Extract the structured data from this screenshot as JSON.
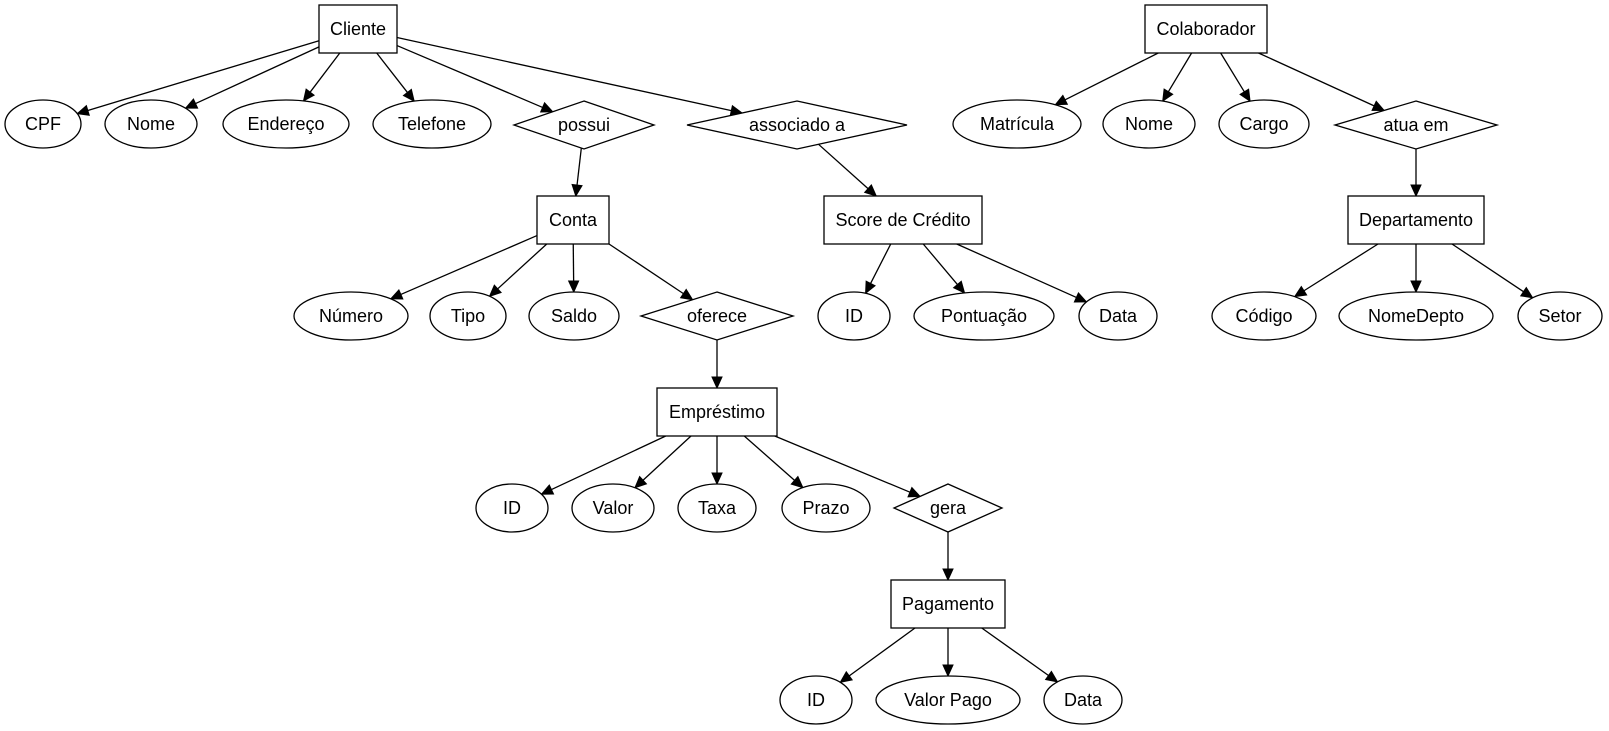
{
  "entities": [
    {
      "id": "cliente",
      "label": "Cliente"
    },
    {
      "id": "colaborador",
      "label": "Colaborador"
    },
    {
      "id": "conta",
      "label": "Conta"
    },
    {
      "id": "score",
      "label": "Score de Crédito"
    },
    {
      "id": "departamento",
      "label": "Departamento"
    },
    {
      "id": "emprestimo",
      "label": "Empréstimo"
    },
    {
      "id": "pagamento",
      "label": "Pagamento"
    }
  ],
  "relationships": [
    {
      "id": "possui",
      "label": "possui"
    },
    {
      "id": "associado",
      "label": "associado a"
    },
    {
      "id": "atua",
      "label": "atua em"
    },
    {
      "id": "oferece",
      "label": "oferece"
    },
    {
      "id": "gera",
      "label": "gera"
    }
  ],
  "attributes": [
    {
      "id": "cpf",
      "label": "CPF"
    },
    {
      "id": "nome_cliente",
      "label": "Nome"
    },
    {
      "id": "endereco",
      "label": "Endereço"
    },
    {
      "id": "telefone",
      "label": "Telefone"
    },
    {
      "id": "matricula",
      "label": "Matrícula"
    },
    {
      "id": "nome_colab",
      "label": "Nome"
    },
    {
      "id": "cargo",
      "label": "Cargo"
    },
    {
      "id": "numero",
      "label": "Número"
    },
    {
      "id": "tipo",
      "label": "Tipo"
    },
    {
      "id": "saldo",
      "label": "Saldo"
    },
    {
      "id": "id_score",
      "label": "ID"
    },
    {
      "id": "pontuacao",
      "label": "Pontuação"
    },
    {
      "id": "data_score",
      "label": "Data"
    },
    {
      "id": "codigo",
      "label": "Código"
    },
    {
      "id": "nomedepto",
      "label": "NomeDepto"
    },
    {
      "id": "setor",
      "label": "Setor"
    },
    {
      "id": "id_emp",
      "label": "ID"
    },
    {
      "id": "valor",
      "label": "Valor"
    },
    {
      "id": "taxa",
      "label": "Taxa"
    },
    {
      "id": "prazo",
      "label": "Prazo"
    },
    {
      "id": "id_pag",
      "label": "ID"
    },
    {
      "id": "valor_pago",
      "label": "Valor Pago"
    },
    {
      "id": "data_pag",
      "label": "Data"
    }
  ],
  "edges": [
    {
      "from": "cliente",
      "to": "cpf"
    },
    {
      "from": "cliente",
      "to": "nome_cliente"
    },
    {
      "from": "cliente",
      "to": "endereco"
    },
    {
      "from": "cliente",
      "to": "telefone"
    },
    {
      "from": "cliente",
      "to": "possui"
    },
    {
      "from": "cliente",
      "to": "associado"
    },
    {
      "from": "colaborador",
      "to": "matricula"
    },
    {
      "from": "colaborador",
      "to": "nome_colab"
    },
    {
      "from": "colaborador",
      "to": "cargo"
    },
    {
      "from": "colaborador",
      "to": "atua"
    },
    {
      "from": "possui",
      "to": "conta"
    },
    {
      "from": "associado",
      "to": "score"
    },
    {
      "from": "atua",
      "to": "departamento"
    },
    {
      "from": "conta",
      "to": "numero"
    },
    {
      "from": "conta",
      "to": "tipo"
    },
    {
      "from": "conta",
      "to": "saldo"
    },
    {
      "from": "conta",
      "to": "oferece"
    },
    {
      "from": "score",
      "to": "id_score"
    },
    {
      "from": "score",
      "to": "pontuacao"
    },
    {
      "from": "score",
      "to": "data_score"
    },
    {
      "from": "departamento",
      "to": "codigo"
    },
    {
      "from": "departamento",
      "to": "nomedepto"
    },
    {
      "from": "departamento",
      "to": "setor"
    },
    {
      "from": "oferece",
      "to": "emprestimo"
    },
    {
      "from": "emprestimo",
      "to": "id_emp"
    },
    {
      "from": "emprestimo",
      "to": "valor"
    },
    {
      "from": "emprestimo",
      "to": "taxa"
    },
    {
      "from": "emprestimo",
      "to": "prazo"
    },
    {
      "from": "emprestimo",
      "to": "gera"
    },
    {
      "from": "gera",
      "to": "pagamento"
    },
    {
      "from": "pagamento",
      "to": "id_pag"
    },
    {
      "from": "pagamento",
      "to": "valor_pago"
    },
    {
      "from": "pagamento",
      "to": "data_pag"
    }
  ],
  "colors": {
    "line": "#000000",
    "fill": "#ffffff",
    "text": "#000000"
  }
}
